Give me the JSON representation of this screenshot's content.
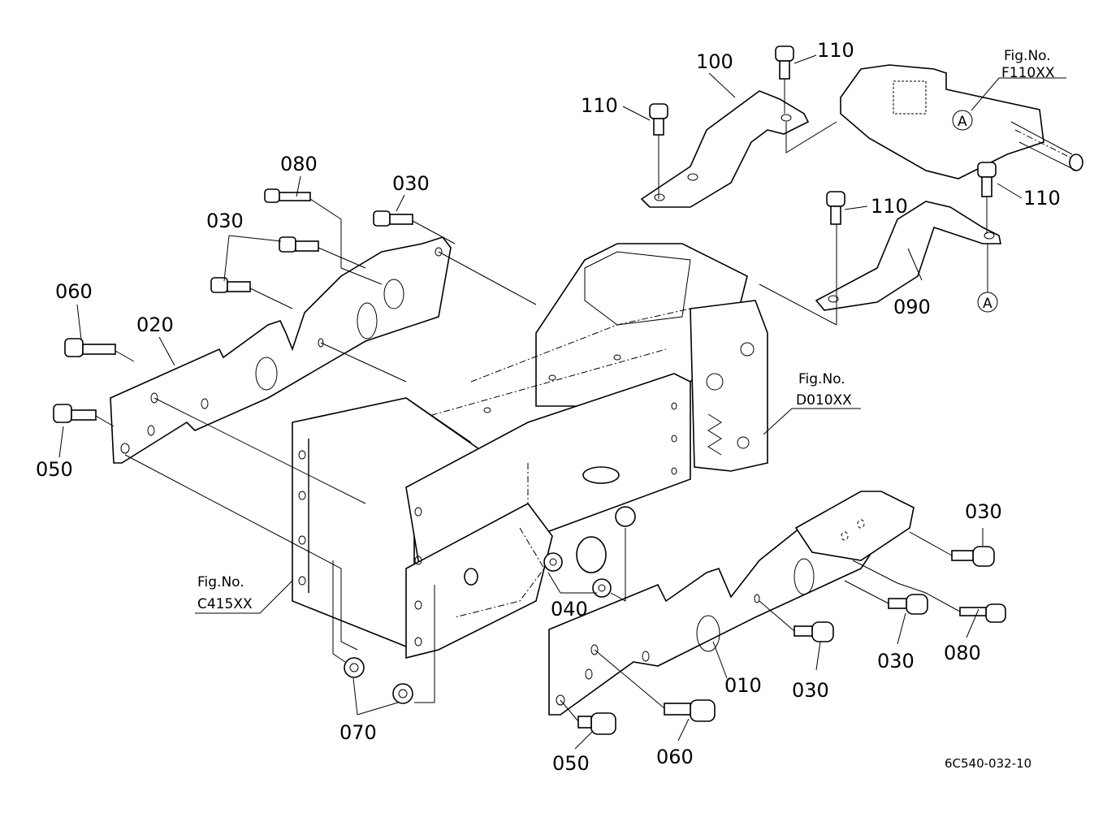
{
  "diagram": {
    "type": "exploded-parts-diagram",
    "drawing_number": "6C540-032-10",
    "part_labels": [
      {
        "id": "l010",
        "text": "010"
      },
      {
        "id": "l020",
        "text": "020"
      },
      {
        "id": "l030a",
        "text": "030"
      },
      {
        "id": "l030b",
        "text": "030"
      },
      {
        "id": "l030c",
        "text": "030"
      },
      {
        "id": "l030d",
        "text": "030"
      },
      {
        "id": "l030e",
        "text": "030"
      },
      {
        "id": "l040",
        "text": "040"
      },
      {
        "id": "l050a",
        "text": "050"
      },
      {
        "id": "l050b",
        "text": "050"
      },
      {
        "id": "l060a",
        "text": "060"
      },
      {
        "id": "l060b",
        "text": "060"
      },
      {
        "id": "l070",
        "text": "070"
      },
      {
        "id": "l080a",
        "text": "080"
      },
      {
        "id": "l080b",
        "text": "080"
      },
      {
        "id": "l090",
        "text": "090"
      },
      {
        "id": "l100",
        "text": "100"
      },
      {
        "id": "l110a",
        "text": "110"
      },
      {
        "id": "l110b",
        "text": "110"
      },
      {
        "id": "l110c",
        "text": "110"
      },
      {
        "id": "l110d",
        "text": "110"
      }
    ],
    "figure_refs": [
      {
        "title": "Fig.No.",
        "code": "F110XX"
      },
      {
        "title": "Fig.No.",
        "code": "D010XX"
      },
      {
        "title": "Fig.No.",
        "code": "C415XX"
      }
    ],
    "connection_markers": [
      "A",
      "A"
    ]
  }
}
